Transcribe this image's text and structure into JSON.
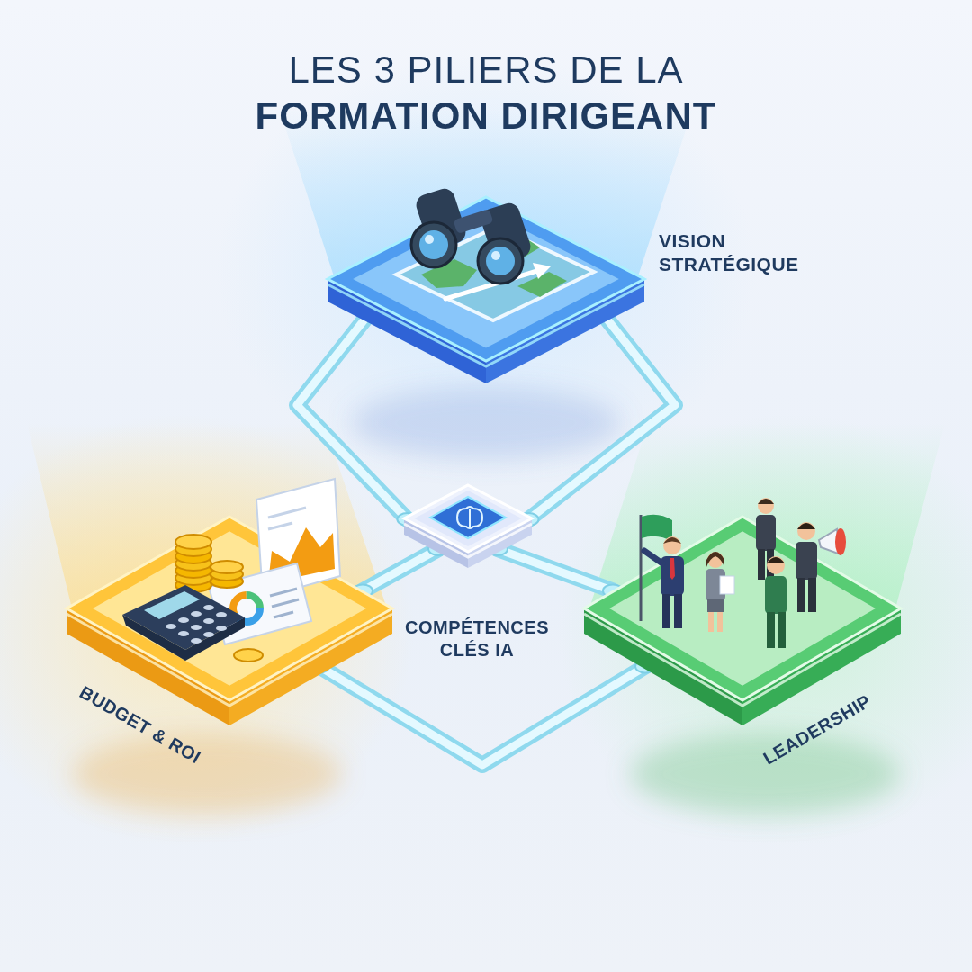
{
  "diagram": {
    "title": "LES 3 PILIERS DE LA FORMATION DIRIGEANT",
    "nodes": [
      {
        "text": [
          "VISION STRATÉGIQUE"
        ]
      },
      {
        "text": [
          "COMPÉTENCES CLÉS IA"
        ]
      },
      {
        "text": [
          "BUDGET & ROI"
        ]
      },
      {
        "text": [
          "LEADERSHIP"
        ]
      }
    ],
    "edges": [
      {
        "from": 0,
        "to": 1,
        "arrow": "none"
      },
      {
        "from": 0,
        "to": 1,
        "arrow": "none"
      },
      {
        "from": 1,
        "to": 2,
        "arrow": "none"
      },
      {
        "from": 1,
        "to": 3,
        "arrow": "none"
      },
      {
        "from": 2,
        "to": 3,
        "arrow": "none"
      }
    ]
  }
}
